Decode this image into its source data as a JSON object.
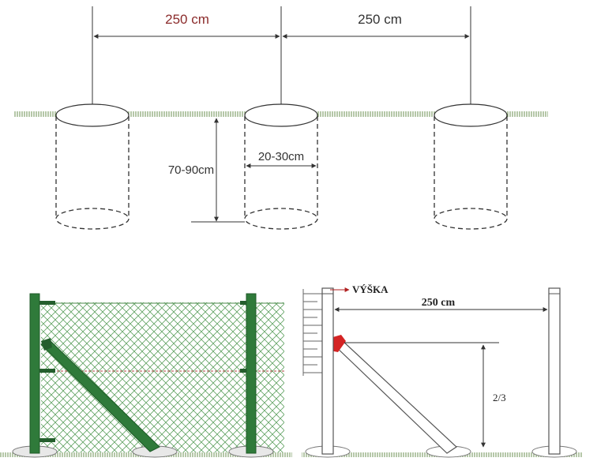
{
  "top": {
    "spacing_label_left": "250 cm",
    "spacing_label_right": "250 cm",
    "depth_label": "70-90cm",
    "diameter_label": "20-30cm",
    "colors": {
      "accent_label": "#8b2b2b",
      "line": "#333333",
      "grass": "#6b8f50"
    }
  },
  "bottom_right": {
    "height_label": "VÝŠKA",
    "spacing_label": "250 cm",
    "brace_ratio_label": "2/3",
    "colors": {
      "clamp": "#d42424",
      "post_outline": "#555555"
    }
  },
  "bottom_left": {
    "colors": {
      "post": "#2f7a3a",
      "mesh": "#5a9e5c",
      "wire": "#b04040"
    }
  }
}
